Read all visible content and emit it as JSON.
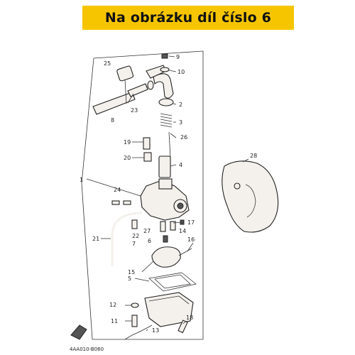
{
  "banner": {
    "text": "Na obrázku díl číslo 6",
    "bg_color": "#f6c500"
  },
  "diagram": {
    "code": "4AA010-B060",
    "labels": [
      {
        "id": "1",
        "text": "1"
      },
      {
        "id": "2",
        "text": "2"
      },
      {
        "id": "3",
        "text": "3"
      },
      {
        "id": "4",
        "text": "4"
      },
      {
        "id": "5",
        "text": "5"
      },
      {
        "id": "6",
        "text": "6"
      },
      {
        "id": "7",
        "text": "7"
      },
      {
        "id": "8",
        "text": "8"
      },
      {
        "id": "9",
        "text": "9"
      },
      {
        "id": "10",
        "text": "10"
      },
      {
        "id": "11",
        "text": "11"
      },
      {
        "id": "12",
        "text": "12"
      },
      {
        "id": "13",
        "text": "13"
      },
      {
        "id": "14",
        "text": "14"
      },
      {
        "id": "15",
        "text": "15"
      },
      {
        "id": "16",
        "text": "16"
      },
      {
        "id": "17",
        "text": "17"
      },
      {
        "id": "18",
        "text": "18"
      },
      {
        "id": "19",
        "text": "19"
      },
      {
        "id": "20",
        "text": "20"
      },
      {
        "id": "21",
        "text": "21"
      },
      {
        "id": "22",
        "text": "22"
      },
      {
        "id": "23",
        "text": "23"
      },
      {
        "id": "24",
        "text": "24"
      },
      {
        "id": "25",
        "text": "25"
      },
      {
        "id": "26",
        "text": "26"
      },
      {
        "id": "27",
        "text": "27"
      },
      {
        "id": "28",
        "text": "28"
      }
    ]
  }
}
